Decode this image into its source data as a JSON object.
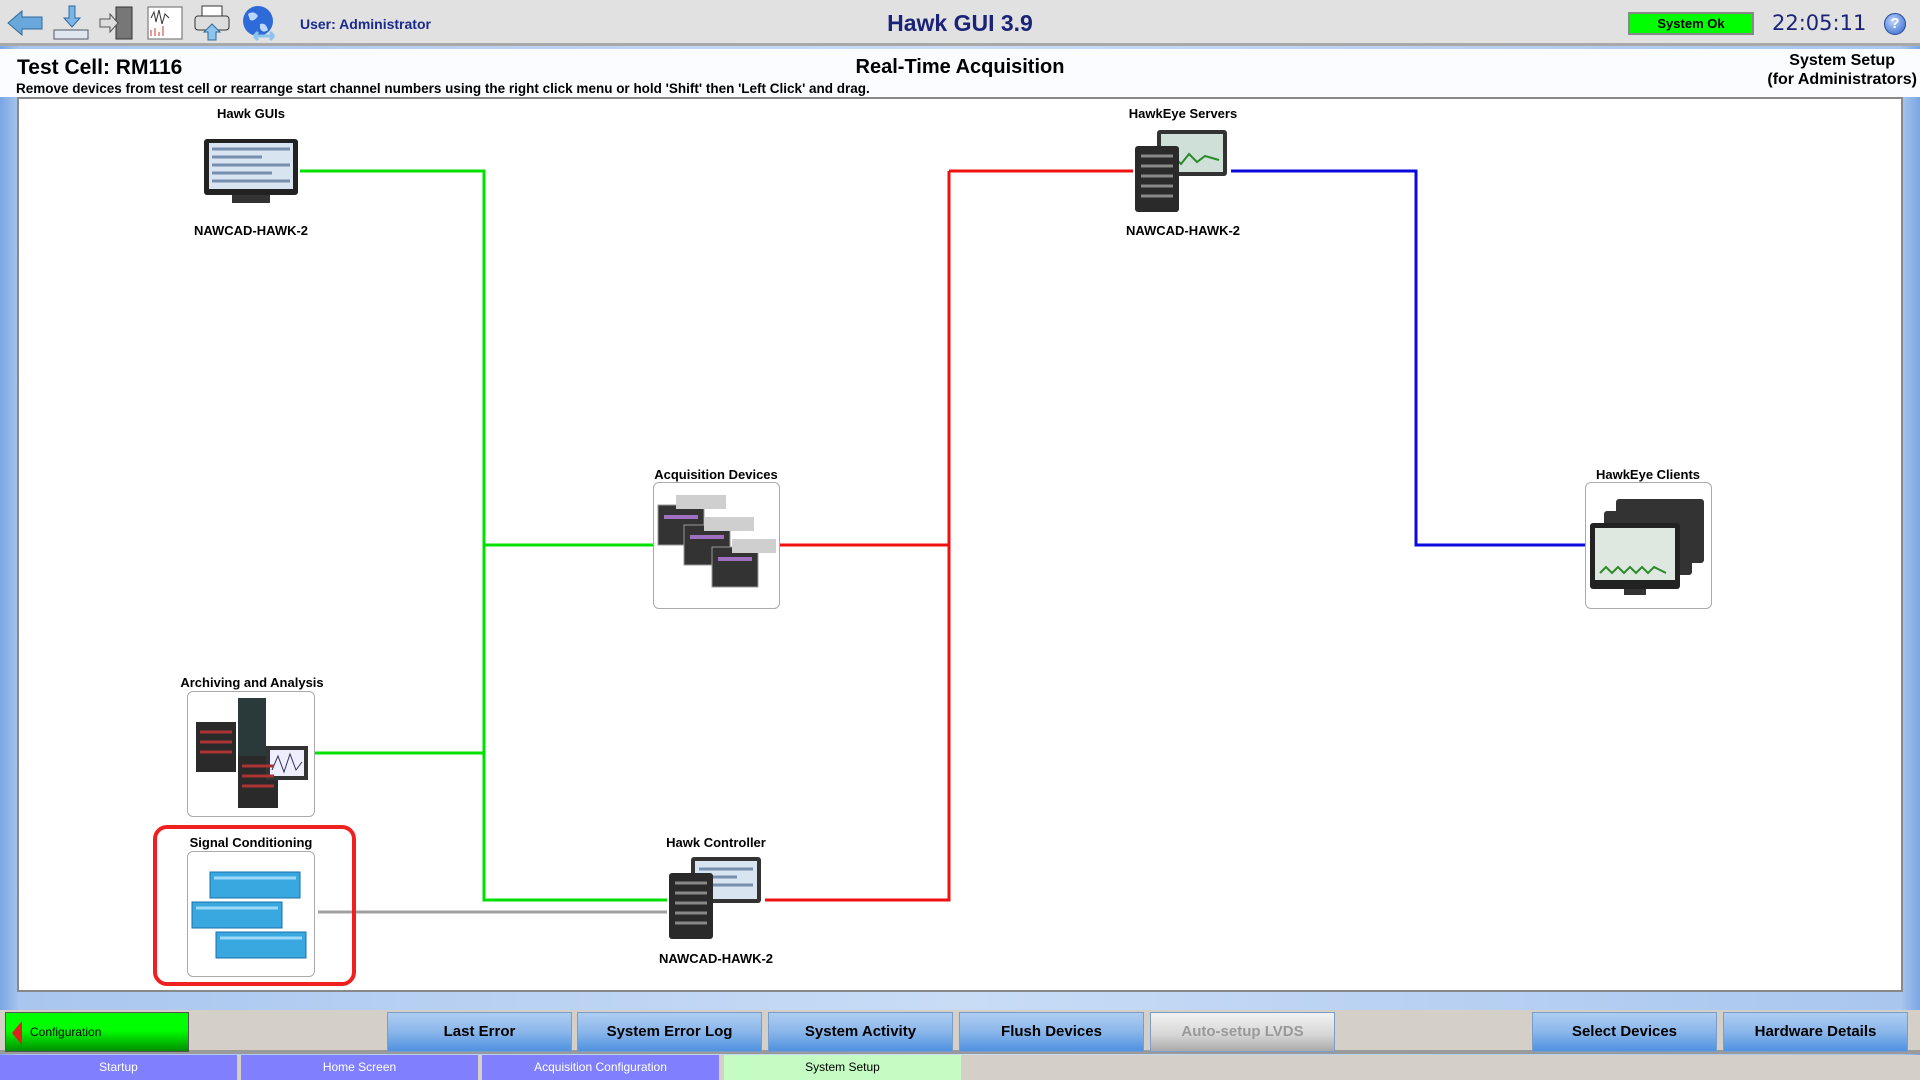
{
  "toolbar": {
    "icons": [
      "back-arrow-icon",
      "download-icon",
      "exit-door-icon",
      "waveform-icon",
      "print-icon",
      "network-globe-icon"
    ],
    "user": "User: Administrator",
    "title": "Hawk GUI 3.9",
    "status": "System Ok",
    "clock": "22:05:11",
    "help": "?"
  },
  "header": {
    "test_cell": "Test Cell: RM116",
    "mode": "Real-Time Acquisition",
    "instructions": "Remove devices from test cell or rearrange start channel numbers using the right click menu or hold 'Shift' then 'Left Click' and drag.",
    "setup_line1": "System Setup",
    "setup_line2": "(for Administrators)"
  },
  "nodes": {
    "hawk_guis": {
      "label": "Hawk GUIs",
      "host": "NAWCAD-HAWK-2"
    },
    "hawkeye_servers": {
      "label": "HawkEye Servers",
      "host": "NAWCAD-HAWK-2"
    },
    "acquisition": {
      "label": "Acquisition Devices"
    },
    "hawkeye_clients": {
      "label": "HawkEye Clients"
    },
    "archiving": {
      "label": "Archiving and Analysis"
    },
    "signal": {
      "label": "Signal Conditioning"
    },
    "controller": {
      "label": "Hawk Controller",
      "host": "NAWCAD-HAWK-2"
    }
  },
  "colors": {
    "green": "#00e000",
    "red": "#f01010",
    "blue": "#0a0adc",
    "gray": "#a0a0a0"
  },
  "buttons": {
    "config": "Configuration",
    "last_error": "Last Error",
    "error_log": "System Error Log",
    "activity": "System Activity",
    "flush": "Flush Devices",
    "autosetup": "Auto-setup LVDS",
    "select": "Select Devices",
    "hardware": "Hardware Details"
  },
  "tabs": [
    "Startup",
    "Home Screen",
    "Acquisition Configuration",
    "System Setup"
  ]
}
